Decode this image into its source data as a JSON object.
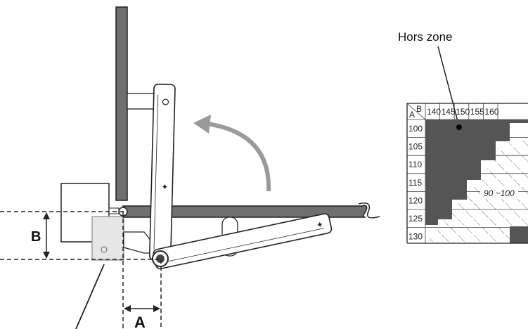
{
  "labels": {
    "zone_label": "Hors zone",
    "dim_a": "A",
    "dim_b": "B",
    "range_label": "90 ~100"
  },
  "table": {
    "corner_a": "A",
    "corner_b": "B",
    "columns": [
      "140",
      "145",
      "150",
      "155",
      "160"
    ],
    "rows": [
      "100",
      "105",
      "110",
      "115",
      "120",
      "125",
      "130"
    ]
  },
  "colors": {
    "arm_fill": "#ffffff",
    "gate": "#6f6f6f",
    "zone_fill": "#555555",
    "arrow": "#9a9a9a",
    "bracket": "#e6e6e6"
  }
}
